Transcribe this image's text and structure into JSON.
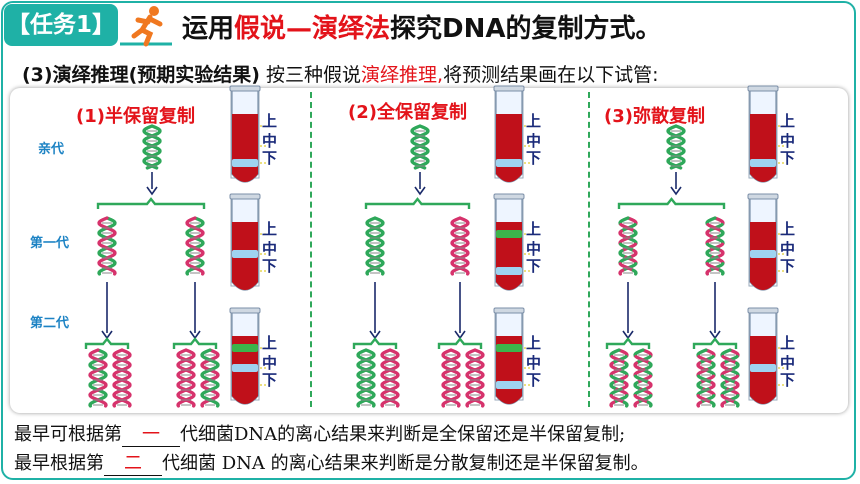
{
  "header": {
    "tag": "【任务1】",
    "title_pre": "运用",
    "title_red": "假说—演绎法",
    "title_post": "探究DNA的复制方式。"
  },
  "subtitle": {
    "bold": "(3)演绎推理(预期实验结果)",
    "pre": " 按三种假说",
    "red": "演绎推理,",
    "post": "将预测结果画在以下试管:"
  },
  "panels": [
    {
      "title": "(1)半保留复制"
    },
    {
      "title": "(2)全保留复制"
    },
    {
      "title": "(3)弥散复制"
    }
  ],
  "generations": [
    "亲代",
    "第一代",
    "第二代"
  ],
  "tube_labels": [
    "上",
    "中",
    "下"
  ],
  "bottom": {
    "line1_pre": "最早可根据第",
    "line1_blank": "一",
    "line1_post": "代细菌DNA的离心结果来判断是全保留还是半保留复制;",
    "line2_pre": "最早根据第",
    "line2_blank": "二",
    "line2_post": "代细菌 DNA 的离心结果来判断是分散复制还是半保留复制。"
  },
  "colors": {
    "accent": "#1fb1a6",
    "red": "#e3131a",
    "strand_green": "#2fa85a",
    "strand_red": "#d6336c",
    "tube_blood": "#c0101a",
    "band": "#9fd3f0"
  }
}
